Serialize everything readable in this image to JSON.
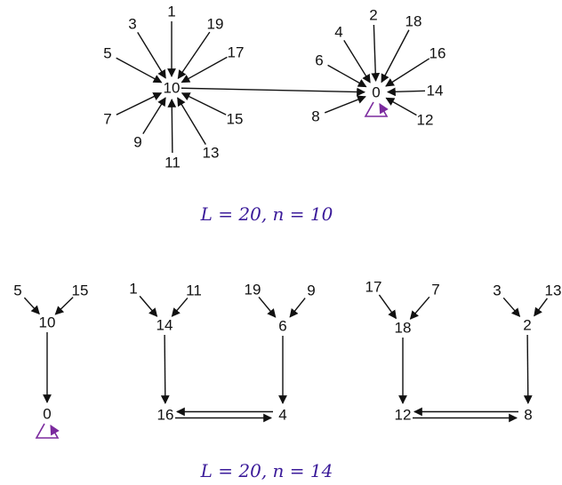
{
  "colors": {
    "edge": "#111111",
    "self_loop": "#7b2a9e",
    "caption": "#3a1a99"
  },
  "diagram_top": {
    "caption": "L = 20, n = 10",
    "nodes": [
      "1",
      "3",
      "19",
      "5",
      "17",
      "10",
      "7",
      "15",
      "9",
      "11",
      "13",
      "2",
      "4",
      "18",
      "6",
      "16",
      "0",
      "14",
      "8",
      "12"
    ],
    "edges": [
      [
        "1",
        "10"
      ],
      [
        "3",
        "10"
      ],
      [
        "19",
        "10"
      ],
      [
        "5",
        "10"
      ],
      [
        "17",
        "10"
      ],
      [
        "7",
        "10"
      ],
      [
        "15",
        "10"
      ],
      [
        "9",
        "10"
      ],
      [
        "11",
        "10"
      ],
      [
        "13",
        "10"
      ],
      [
        "10",
        "0"
      ],
      [
        "2",
        "0"
      ],
      [
        "4",
        "0"
      ],
      [
        "18",
        "0"
      ],
      [
        "6",
        "0"
      ],
      [
        "16",
        "0"
      ],
      [
        "14",
        "0"
      ],
      [
        "8",
        "0"
      ],
      [
        "12",
        "0"
      ],
      [
        "0",
        "0"
      ]
    ]
  },
  "diagram_bottom": {
    "caption": "L = 20, n = 14",
    "nodes": [
      "5",
      "15",
      "10",
      "0",
      "1",
      "11",
      "14",
      "16",
      "19",
      "9",
      "6",
      "4",
      "17",
      "7",
      "18",
      "12",
      "3",
      "13",
      "2",
      "8"
    ],
    "edges": [
      [
        "5",
        "10"
      ],
      [
        "15",
        "10"
      ],
      [
        "10",
        "0"
      ],
      [
        "0",
        "0"
      ],
      [
        "1",
        "14"
      ],
      [
        "11",
        "14"
      ],
      [
        "14",
        "16"
      ],
      [
        "19",
        "6"
      ],
      [
        "9",
        "6"
      ],
      [
        "6",
        "4"
      ],
      [
        "16",
        "4"
      ],
      [
        "4",
        "16"
      ],
      [
        "17",
        "18"
      ],
      [
        "7",
        "18"
      ],
      [
        "18",
        "12"
      ],
      [
        "3",
        "2"
      ],
      [
        "13",
        "2"
      ],
      [
        "2",
        "8"
      ],
      [
        "12",
        "8"
      ],
      [
        "8",
        "12"
      ]
    ]
  }
}
